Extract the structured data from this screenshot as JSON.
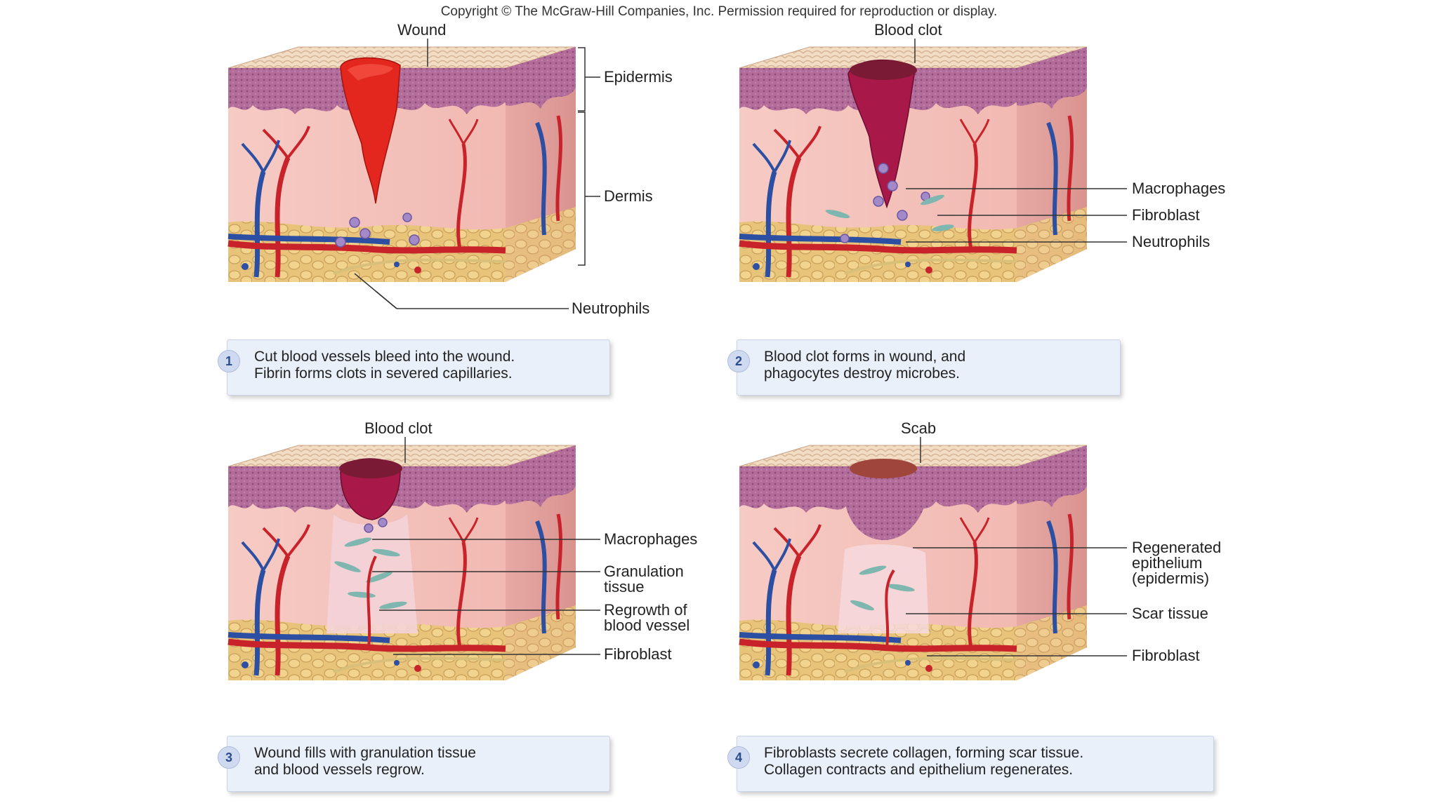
{
  "copyright": "Copyright © The McGraw-Hill Companies, Inc. Permission required for reproduction or display.",
  "panels": [
    {
      "labels": {
        "wound": "Wound",
        "epidermis": "Epidermis",
        "dermis": "Dermis",
        "neutrophils": "Neutrophils"
      },
      "step": "1",
      "caption": "Cut blood vessels bleed into the wound.\nFibrin forms clots in severed capillaries."
    },
    {
      "labels": {
        "blood_clot": "Blood clot",
        "macrophages": "Macrophages",
        "fibroblast": "Fibroblast",
        "neutrophils": "Neutrophils"
      },
      "step": "2",
      "caption": "Blood clot forms in wound, and\nphagocytes destroy microbes."
    },
    {
      "labels": {
        "blood_clot": "Blood clot",
        "macrophages": "Macrophages",
        "granulation": "Granulation\ntissue",
        "regrowth": "Regrowth of\nblood vessel",
        "fibroblast": "Fibroblast"
      },
      "step": "3",
      "caption": "Wound fills with granulation tissue\nand blood vessels regrow."
    },
    {
      "labels": {
        "scab": "Scab",
        "regenerated": "Regenerated\nepithelium\n(epidermis)",
        "scar": "Scar tissue",
        "fibroblast": "Fibroblast"
      },
      "step": "4",
      "caption": "Fibroblasts secrete collagen, forming scar tissue.\nCollagen contracts and epithelium regenerates."
    }
  ]
}
